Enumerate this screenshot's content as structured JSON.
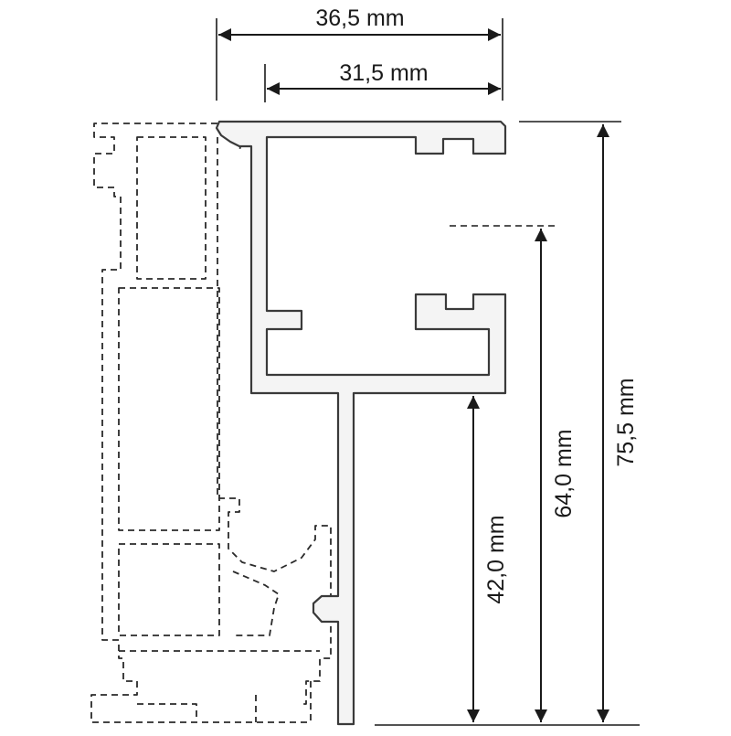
{
  "dimensions": {
    "width_total": "36,5 mm",
    "width_inner": "31,5 mm",
    "height_total": "75,5 mm",
    "height_mid": "64,0 mm",
    "height_low": "42,0 mm"
  }
}
